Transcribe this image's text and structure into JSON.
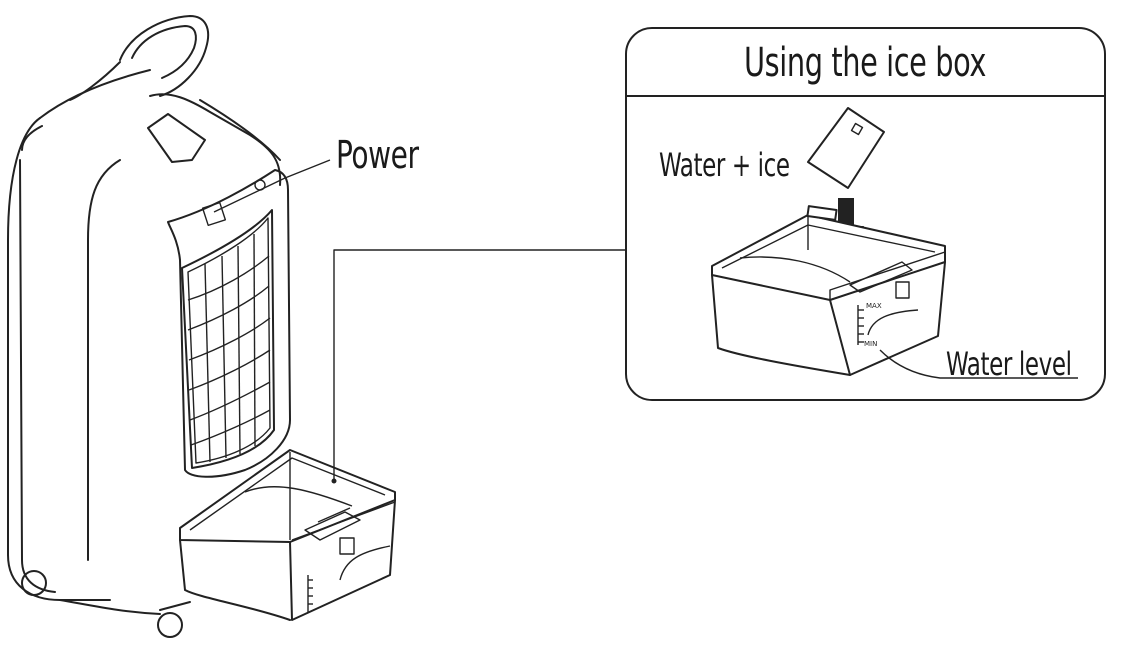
{
  "labels": {
    "power": "Power",
    "panel_title": "Using the ice box",
    "water_ice": "Water + ice",
    "water_level": "Water level",
    "max_mark": "MAX",
    "min_mark": "MIN"
  },
  "colors": {
    "line": "#222222",
    "background": "#ffffff"
  },
  "icons": [
    "air-cooler-illustration",
    "ice-pack-icon",
    "down-arrow-icon",
    "water-tank-illustration"
  ]
}
